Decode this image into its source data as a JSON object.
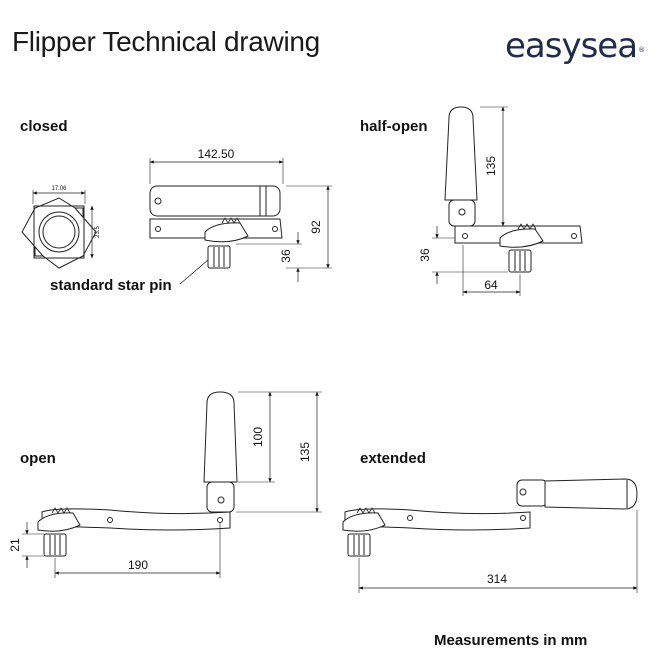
{
  "header": {
    "title": "Flipper Technical drawing",
    "logo": "easysea",
    "logo_mark": "®"
  },
  "views": {
    "closed": {
      "label": "closed",
      "dim_width": "142.50",
      "dim_height": "92",
      "dim_pin": "36",
      "nut_width": "17.06",
      "nut_height": "23.5",
      "callout": "standard star pin"
    },
    "half_open": {
      "label": "half-open",
      "dim_handle": "135",
      "dim_pin": "36",
      "dim_offset": "64"
    },
    "open": {
      "label": "open",
      "dim_grip": "100",
      "dim_handle": "135",
      "dim_pin": "21",
      "dim_length": "190"
    },
    "extended": {
      "label": "extended",
      "dim_length": "314"
    }
  },
  "footer": {
    "units_note": "Measurements in mm"
  }
}
